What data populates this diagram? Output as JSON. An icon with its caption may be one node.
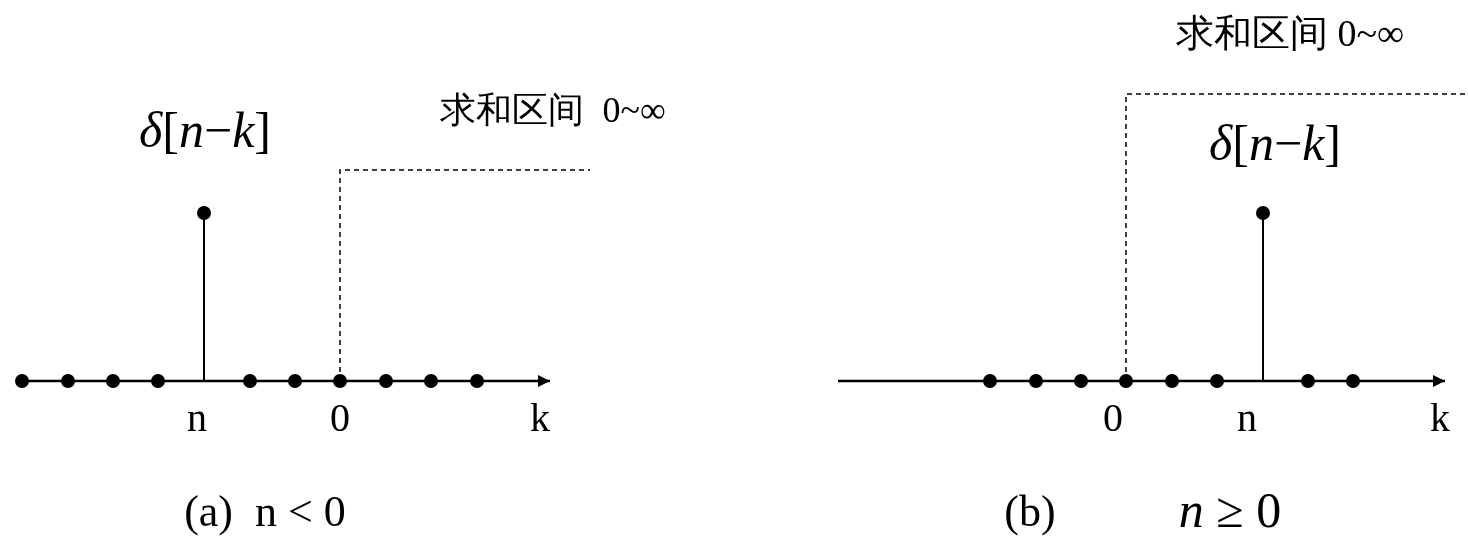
{
  "diagram": {
    "labels": [
      "求和区间 0~∞",
      "*δ*[*n*−*k*]",
      "求和区间  0~∞",
      "*δ*[*n*−*k*]",
      "n",
      "0",
      "k",
      "0",
      "n",
      "k",
      "(a)  n < 0",
      "(b)",
      "*n* ≥ 0"
    ]
  }
}
